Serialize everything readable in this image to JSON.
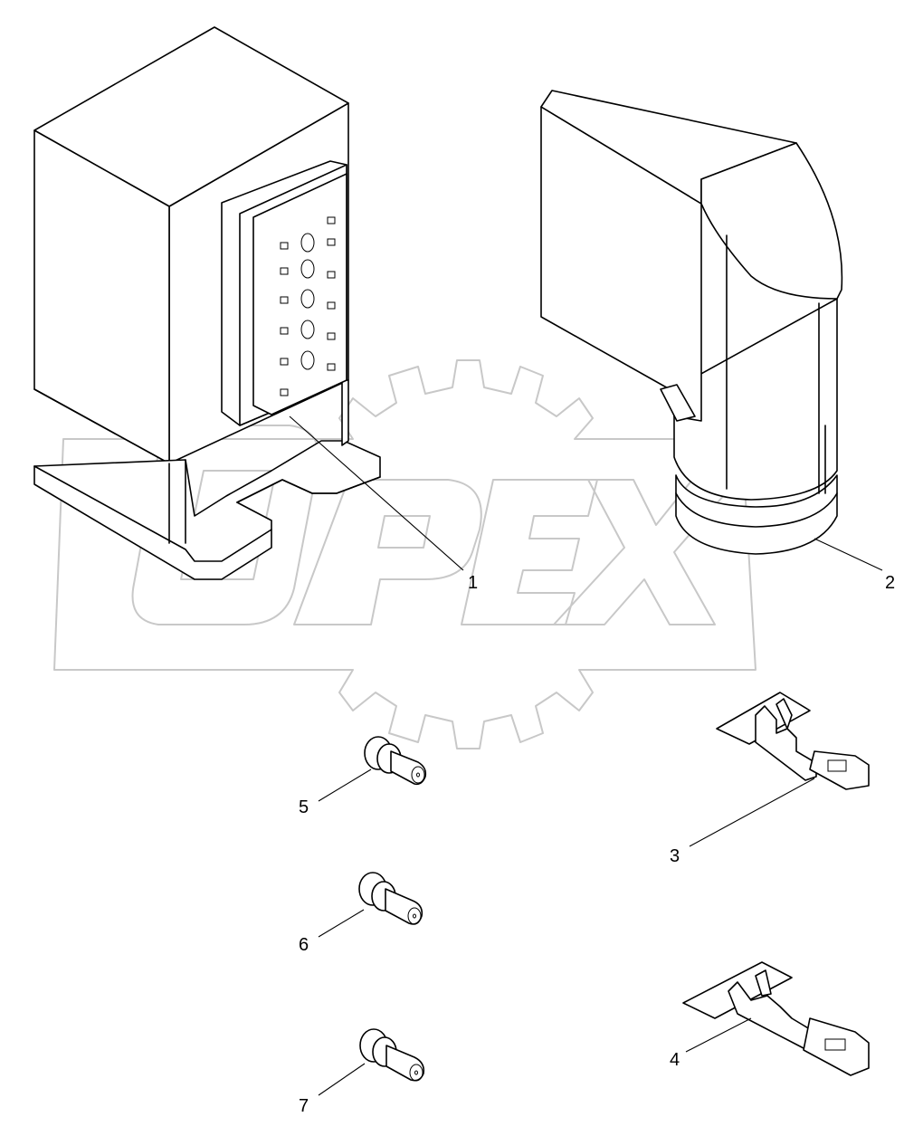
{
  "watermark": "OPEX",
  "corner_code": "",
  "callouts": [
    {
      "id": "1",
      "label": "1"
    },
    {
      "id": "2",
      "label": "2"
    },
    {
      "id": "3",
      "label": "3"
    },
    {
      "id": "4",
      "label": "4"
    },
    {
      "id": "5",
      "label": "5"
    },
    {
      "id": "6",
      "label": "6"
    },
    {
      "id": "7",
      "label": "7"
    }
  ]
}
